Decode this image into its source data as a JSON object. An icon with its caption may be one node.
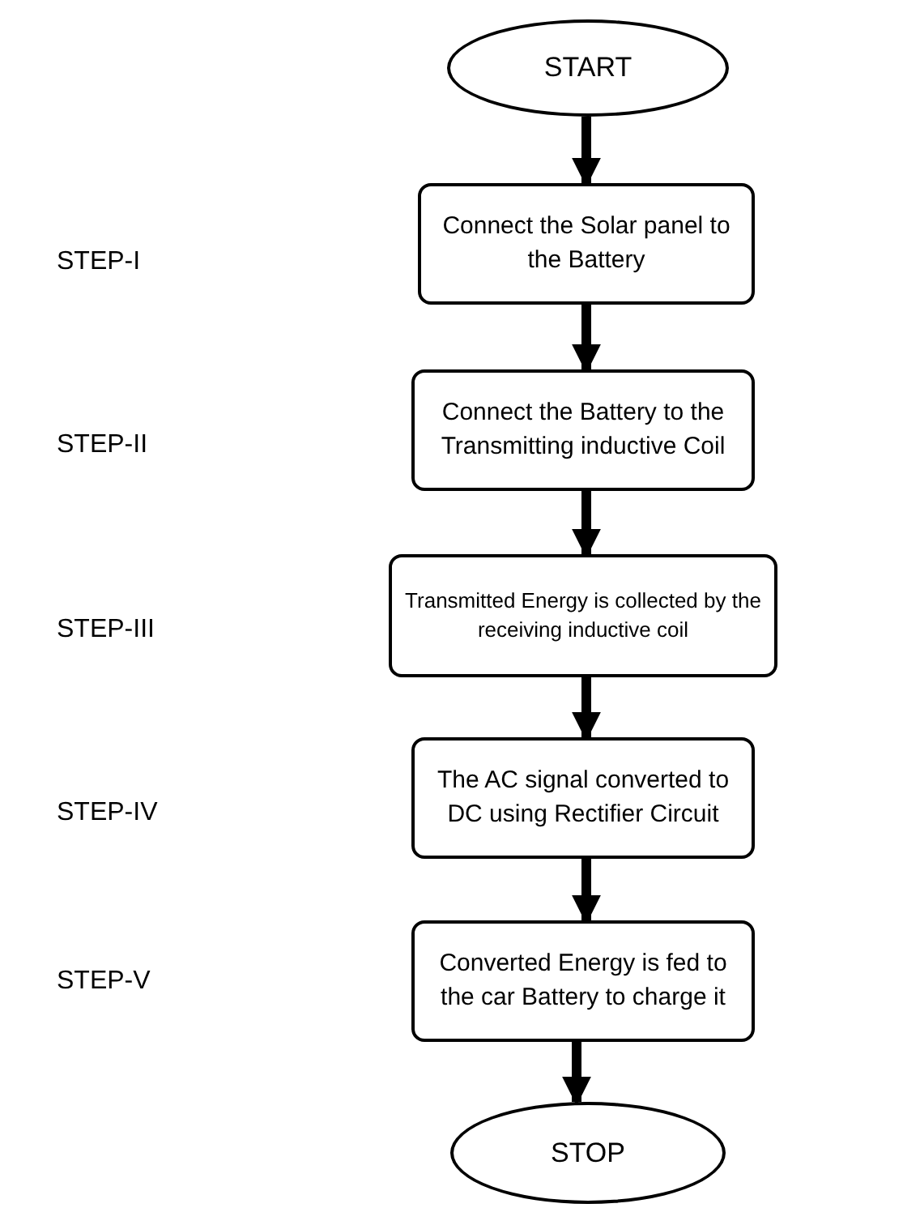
{
  "diagram": {
    "nodes": [
      {
        "text": [
          "START"
        ]
      },
      {
        "text": [
          "Connect the Solar panel to the Battery"
        ]
      },
      {
        "text": [
          "Connect the Battery to the Transmitting inductive Coil"
        ]
      },
      {
        "text": [
          "Transmitted Energy is collected by the receiving inductive coil"
        ]
      },
      {
        "text": [
          "The AC signal converted to DC using Rectifier Circuit"
        ]
      },
      {
        "text": [
          "Converted Energy is fed to the car Battery to charge it"
        ]
      },
      {
        "text": [
          "STOP"
        ]
      }
    ],
    "edges": [
      {
        "from": 0,
        "to": 1,
        "arrow": "to"
      },
      {
        "from": 1,
        "to": 2,
        "arrow": "to"
      },
      {
        "from": 2,
        "to": 3,
        "arrow": "to"
      },
      {
        "from": 3,
        "to": 4,
        "arrow": "to"
      },
      {
        "from": 4,
        "to": 5,
        "arrow": "to"
      },
      {
        "from": 5,
        "to": 6,
        "arrow": "to"
      }
    ],
    "labels": [
      "STEP-I",
      "STEP-II",
      "STEP-III",
      "STEP-IV",
      "STEP-V"
    ]
  }
}
